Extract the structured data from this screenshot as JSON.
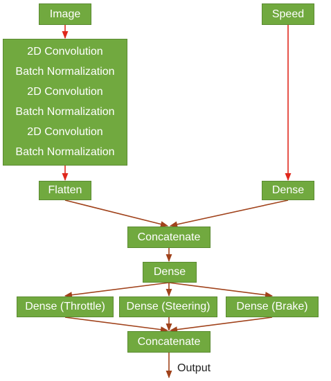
{
  "nodes": {
    "image": "Image",
    "speed": "Speed",
    "conv_stack": [
      "2D Convolution",
      "Batch Normalization",
      "2D Convolution",
      "Batch Normalization",
      "2D Convolution",
      "Batch Normalization"
    ],
    "flatten": "Flatten",
    "dense_speed": "Dense",
    "concatenate_1": "Concatenate",
    "dense_mid": "Dense",
    "dense_throttle": "Dense (Throttle)",
    "dense_steering": "Dense (Steering)",
    "dense_brake": "Dense (Brake)",
    "concatenate_2": "Concatenate"
  },
  "output_label": "Output",
  "colors": {
    "box_fill": "#71a93f",
    "box_border": "#5a8a30",
    "box_text": "#ffffff",
    "arrow_red": "#e0271c",
    "arrow_brown": "#a0421b"
  }
}
